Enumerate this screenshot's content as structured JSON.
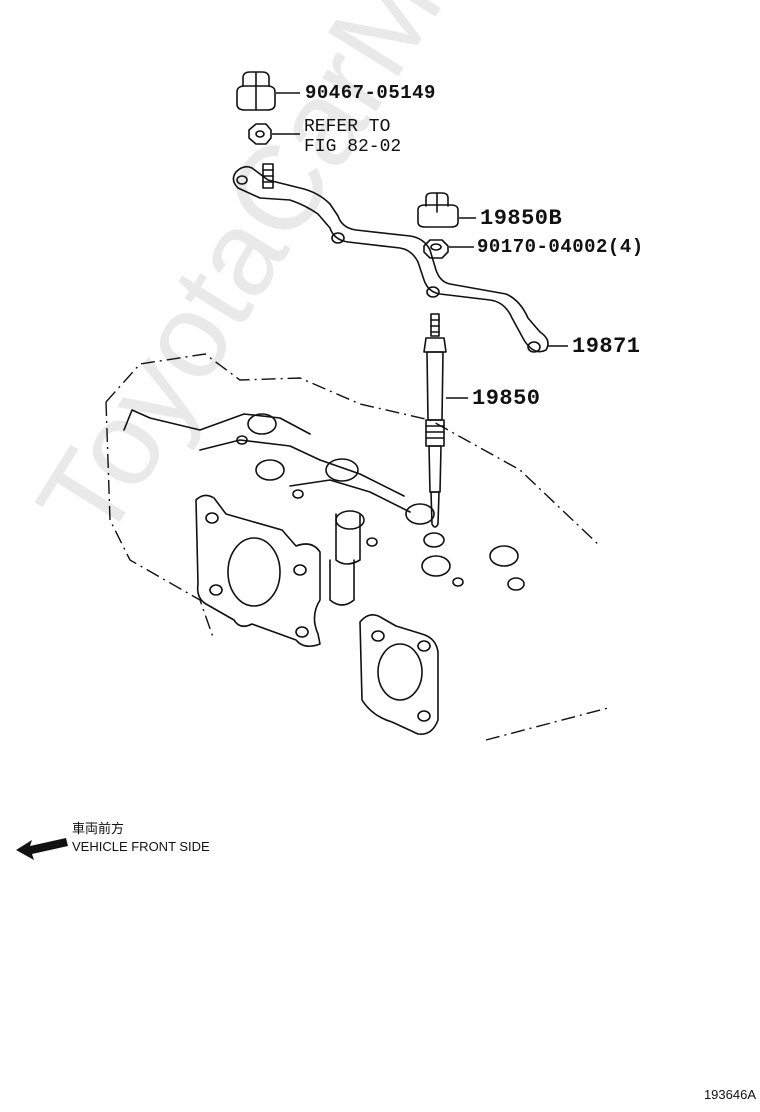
{
  "watermark": "ToyotaCarMine.ru",
  "labels": {
    "p1": "90467-05149",
    "refer_line1": "REFER TO",
    "refer_line2": "FIG 82-02",
    "p2": "19850B",
    "p3": "90170-04002(4)",
    "p4": "19871",
    "p5": "19850"
  },
  "direction": {
    "label_jp": "車両前方",
    "label_en": "VEHICLE FRONT SIDE",
    "arrow_icon": "arrow-left-icon"
  },
  "figure_number": "193646A"
}
